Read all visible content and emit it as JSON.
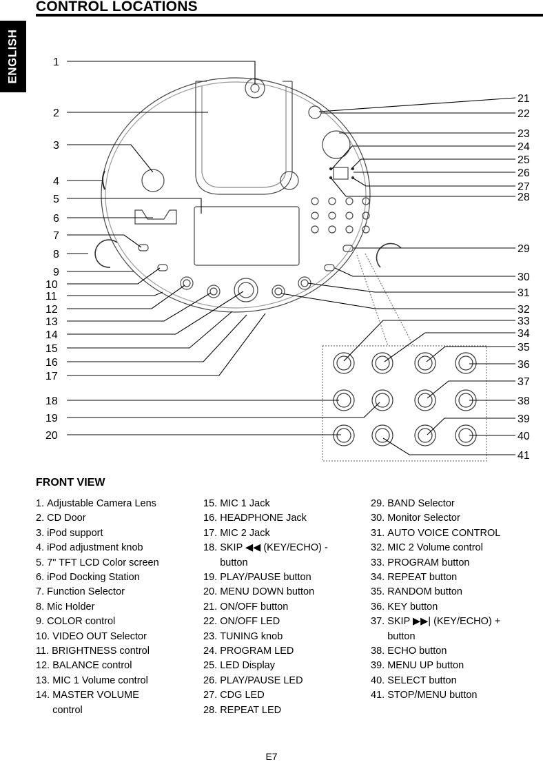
{
  "page": {
    "title": "CONTROL LOCATIONS",
    "language_tab": "ENGLISH",
    "section_heading": "FRONT VIEW",
    "page_number": "E7"
  },
  "callouts_left": [
    "1",
    "2",
    "3",
    "4",
    "5",
    "6",
    "7",
    "8",
    "9",
    "10",
    "11",
    "12",
    "13",
    "14",
    "15",
    "16",
    "17",
    "18",
    "19",
    "20"
  ],
  "callouts_right": [
    "21",
    "22",
    "23",
    "24",
    "25",
    "26",
    "27",
    "28",
    "29",
    "30",
    "31",
    "32",
    "33",
    "34",
    "35",
    "36",
    "37",
    "38",
    "39",
    "40",
    "41"
  ],
  "legend": {
    "col1": [
      {
        "num": "1.",
        "text": "Adjustable Camera Lens"
      },
      {
        "num": "2.",
        "text": "CD Door"
      },
      {
        "num": "3.",
        "text": "iPod support"
      },
      {
        "num": "4.",
        "text": "iPod adjustment knob"
      },
      {
        "num": "5.",
        "text": "7\" TFT LCD Color screen"
      },
      {
        "num": "6.",
        "text": "iPod Docking Station"
      },
      {
        "num": "7.",
        "text": "Function Selector"
      },
      {
        "num": "8.",
        "text": "Mic Holder"
      },
      {
        "num": "9.",
        "text": "COLOR control"
      },
      {
        "num": "10.",
        "text": "VIDEO OUT Selector"
      },
      {
        "num": "11.",
        "text": "BRIGHTNESS control"
      },
      {
        "num": "12.",
        "text": "BALANCE control"
      },
      {
        "num": "13.",
        "text": "MIC 1 Volume control"
      },
      {
        "num": "14.",
        "text": "MASTER VOLUME\ncontrol"
      }
    ],
    "col2": [
      {
        "num": "15.",
        "text": "MIC 1 Jack"
      },
      {
        "num": "16.",
        "text": "HEADPHONE Jack"
      },
      {
        "num": "17.",
        "text": "MIC 2 Jack"
      },
      {
        "num": "18.",
        "text": "SKIP ◀◀ (KEY/ECHO) -\nbutton"
      },
      {
        "num": "19.",
        "text": "PLAY/PAUSE button"
      },
      {
        "num": "20.",
        "text": "MENU DOWN button"
      },
      {
        "num": "21.",
        "text": "ON/OFF button"
      },
      {
        "num": "22.",
        "text": "ON/OFF LED"
      },
      {
        "num": "23.",
        "text": "TUNING knob"
      },
      {
        "num": "24.",
        "text": "PROGRAM LED"
      },
      {
        "num": "25.",
        "text": "LED Display"
      },
      {
        "num": "26.",
        "text": "PLAY/PAUSE LED"
      },
      {
        "num": "27.",
        "text": "CDG LED"
      },
      {
        "num": "28.",
        "text": "REPEAT LED"
      }
    ],
    "col3": [
      {
        "num": "29.",
        "text": "BAND Selector"
      },
      {
        "num": "30.",
        "text": "Monitor Selector"
      },
      {
        "num": "31.",
        "text": "AUTO VOICE CONTROL"
      },
      {
        "num": "32.",
        "text": "MIC 2 Volume control"
      },
      {
        "num": "33.",
        "text": "PROGRAM button"
      },
      {
        "num": "34.",
        "text": "REPEAT button"
      },
      {
        "num": "35.",
        "text": "RANDOM button"
      },
      {
        "num": "36.",
        "text": "KEY button"
      },
      {
        "num": "37.",
        "text": "SKIP ▶▶| (KEY/ECHO) +\nbutton"
      },
      {
        "num": "38.",
        "text": "ECHO button"
      },
      {
        "num": "39.",
        "text": "MENU UP button"
      },
      {
        "num": "40.",
        "text": "SELECT button"
      },
      {
        "num": "41.",
        "text": "STOP/MENU button"
      }
    ]
  }
}
